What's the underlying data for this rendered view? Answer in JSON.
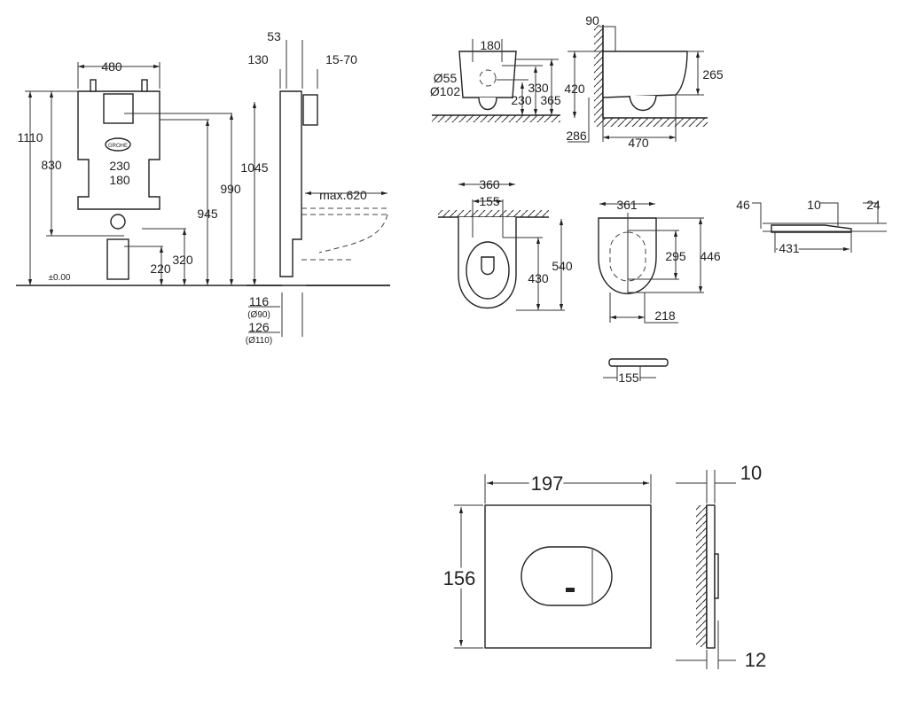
{
  "frame_front": {
    "width": "480",
    "total_height": "1110",
    "h830": "830",
    "w230": "230",
    "w180": "180",
    "h990": "990",
    "h945": "945",
    "h320": "320",
    "h220": "220",
    "floor": "±0.00",
    "logo": "GROHE"
  },
  "frame_side": {
    "d53": "53",
    "d130": "130",
    "d15_70": "15-70",
    "h1045": "1045",
    "max620": "max.620",
    "d116": "116",
    "dia90": "(Ø90)",
    "d126": "126",
    "dia110": "(Ø110)"
  },
  "bowl_front": {
    "w180": "180",
    "dia55": "Ø55",
    "dia102": "Ø102",
    "h330": "330",
    "h230": "230",
    "h365": "365"
  },
  "bowl_side": {
    "d90": "90",
    "h420": "420",
    "h265": "265",
    "h286": "286",
    "l470": "470"
  },
  "bowl_top": {
    "w360": "360",
    "w155": "155",
    "l540": "540",
    "l430": "430"
  },
  "seat_top": {
    "w361": "361",
    "l295": "295",
    "l446": "446",
    "w218": "218"
  },
  "seat_side": {
    "h46": "46",
    "h10": "10",
    "h24": "24",
    "l431": "431"
  },
  "seat_bottom": {
    "w155": "155"
  },
  "flush_plate": {
    "width": "197",
    "height": "156",
    "depth10": "10",
    "depth12": "12"
  }
}
